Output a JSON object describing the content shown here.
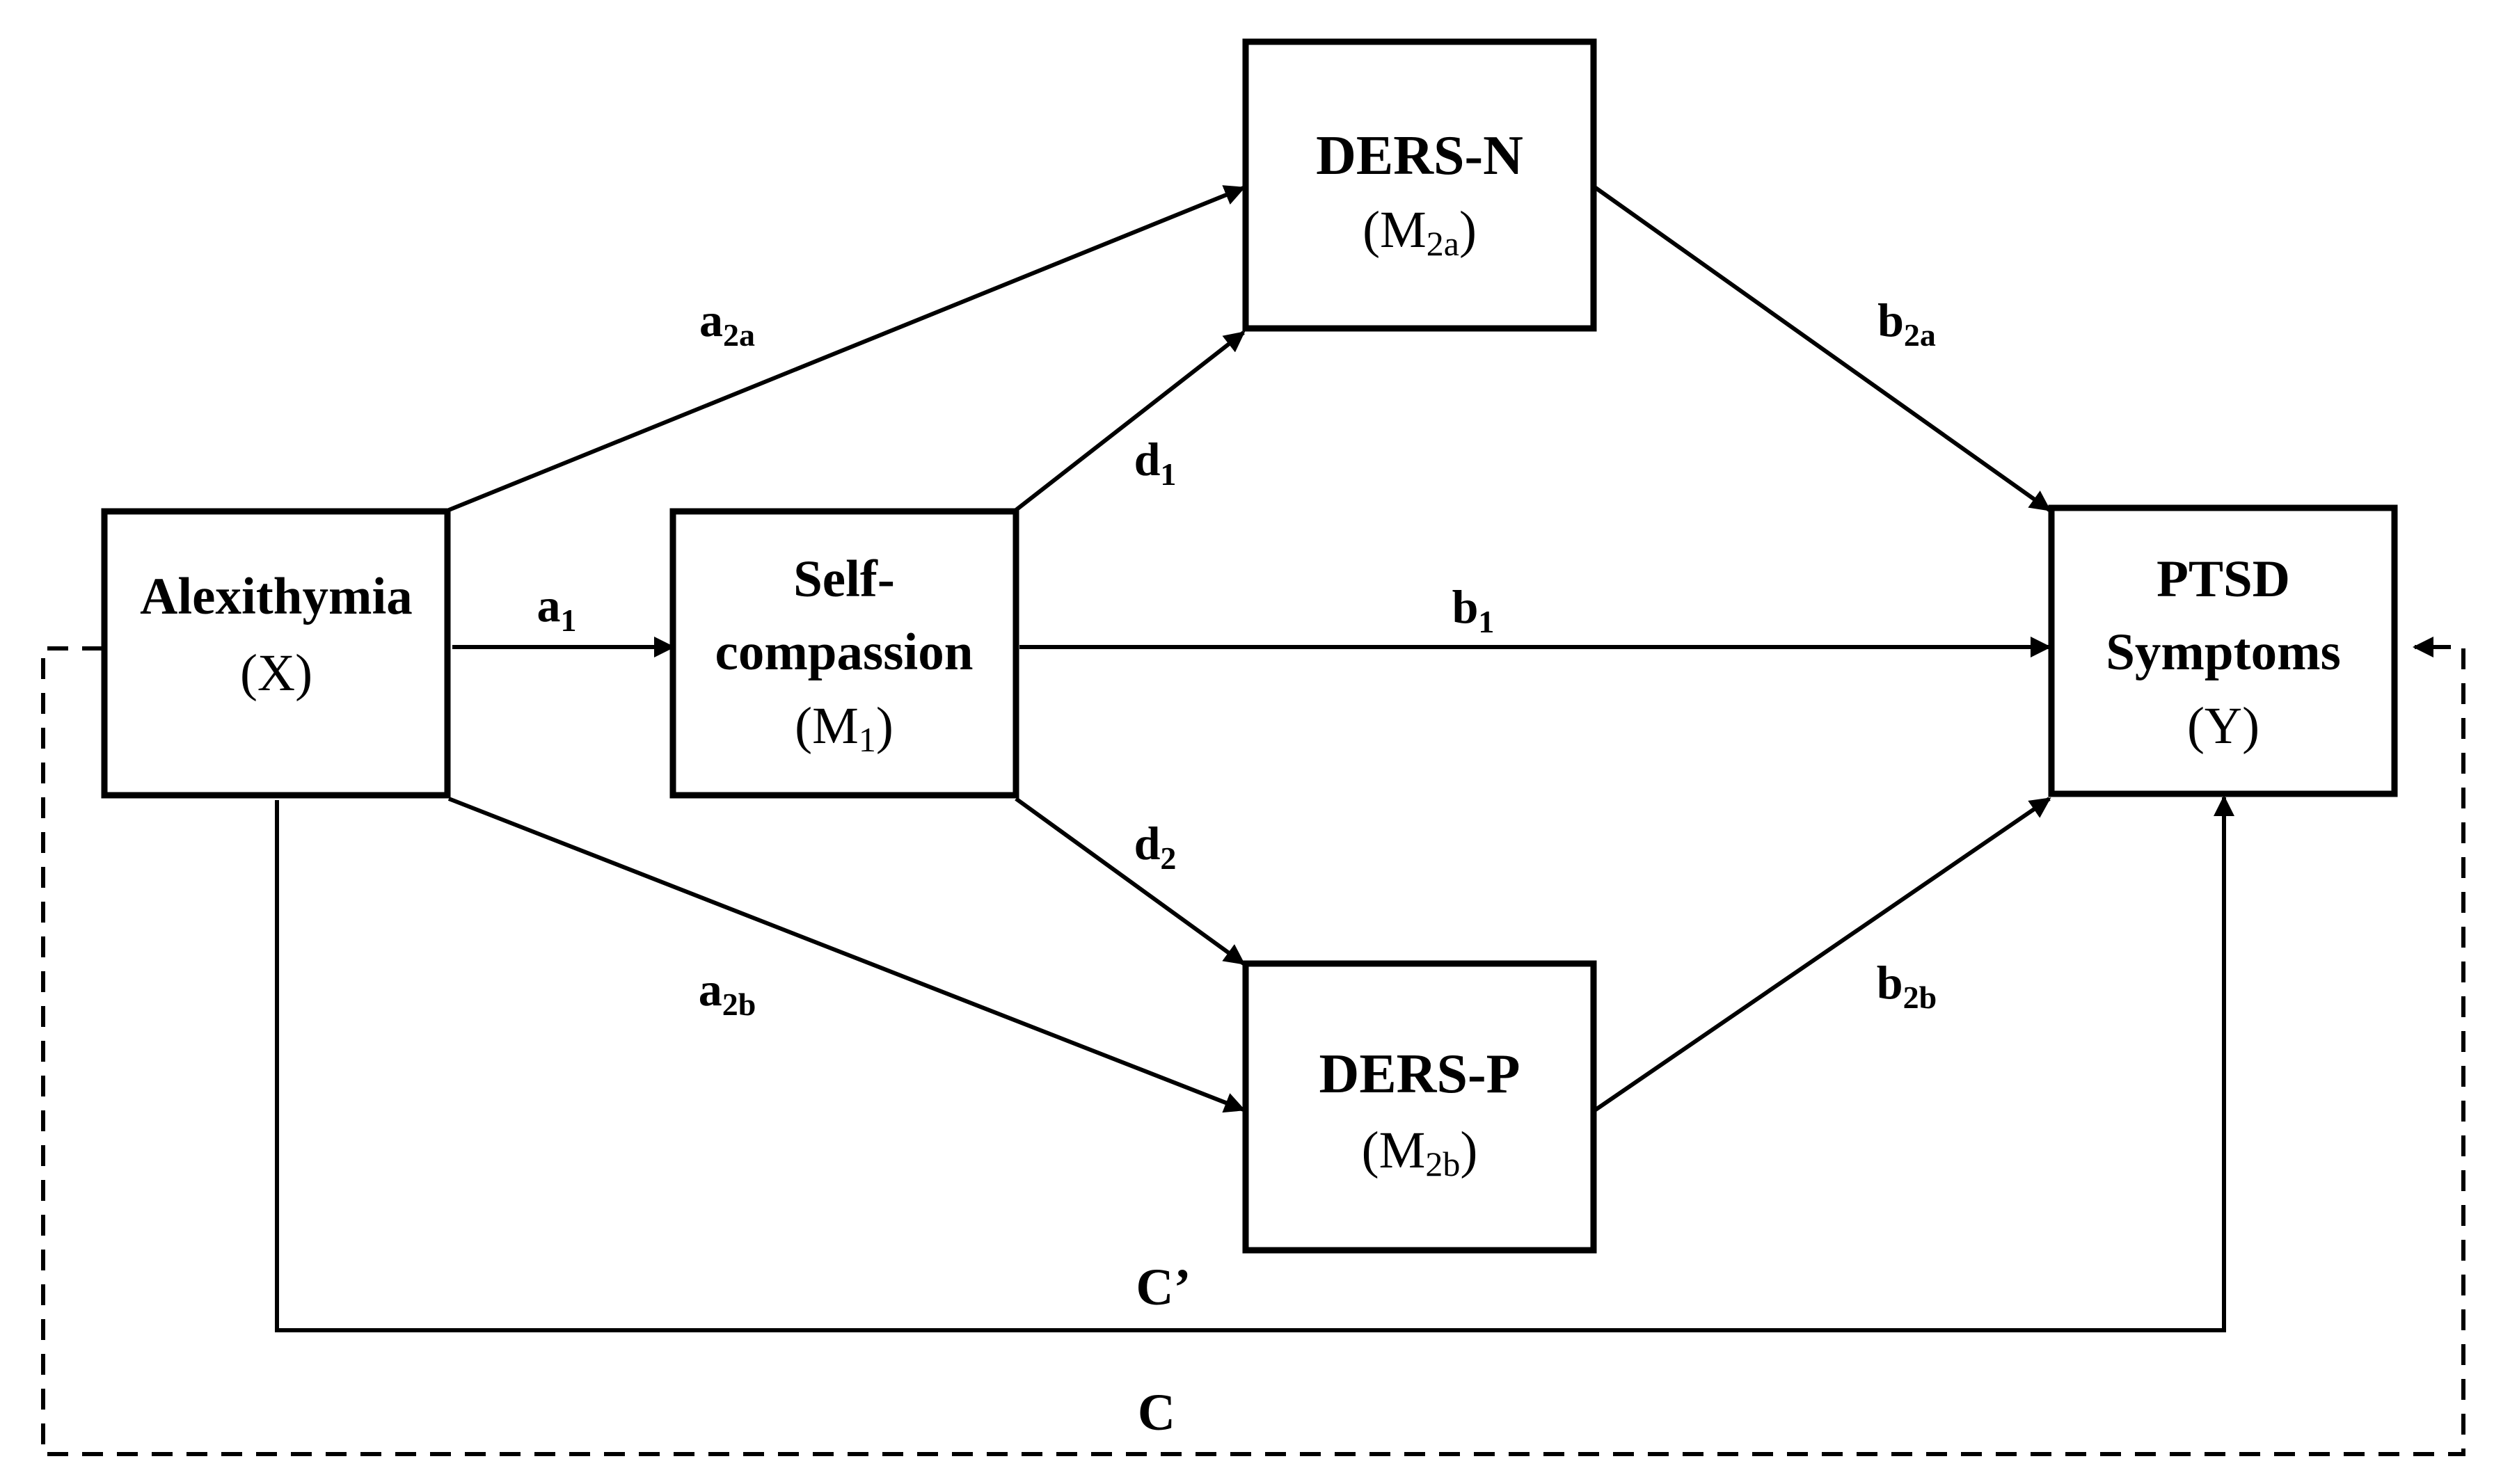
{
  "nodes": {
    "x": {
      "lines": [
        "Alexithymia"
      ],
      "symbol": "(X)",
      "symbol_base": "",
      "symbol_sub": ""
    },
    "m1": {
      "lines": [
        "Self-",
        "compassion"
      ],
      "symbol": "",
      "symbol_base": "M",
      "symbol_sub": "1"
    },
    "m2a": {
      "lines": [
        "DERS-N"
      ],
      "symbol": "",
      "symbol_base": "M",
      "symbol_sub": "2a"
    },
    "m2b": {
      "lines": [
        "DERS-P"
      ],
      "symbol": "",
      "symbol_base": "M",
      "symbol_sub": "2b"
    },
    "y": {
      "lines": [
        "PTSD",
        "Symptoms"
      ],
      "symbol": "(Y)",
      "symbol_base": "",
      "symbol_sub": ""
    }
  },
  "paths": {
    "a1": {
      "base": "a",
      "sub": "1"
    },
    "a2a": {
      "base": "a",
      "sub": "2a"
    },
    "a2b": {
      "base": "a",
      "sub": "2b"
    },
    "d1": {
      "base": "d",
      "sub": "1"
    },
    "d2": {
      "base": "d",
      "sub": "2"
    },
    "b1": {
      "base": "b",
      "sub": "1"
    },
    "b2a": {
      "base": "b",
      "sub": "2a"
    },
    "b2b": {
      "base": "b",
      "sub": "2b"
    },
    "c_prime": {
      "base": "C’",
      "sub": ""
    },
    "c": {
      "base": "C",
      "sub": ""
    }
  },
  "paren_open": "(",
  "paren_close": ")"
}
